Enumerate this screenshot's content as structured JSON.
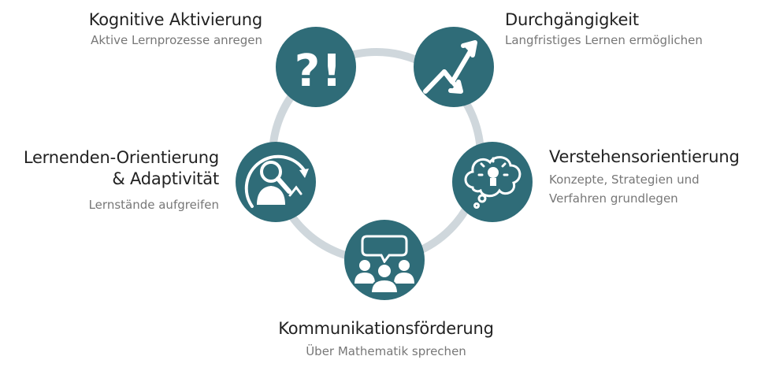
{
  "colors": {
    "ring": "#cfd7dc",
    "node": "#2f6c78",
    "node_dark": "#245864",
    "icon": "#ffffff",
    "title": "#222222",
    "subtitle": "#777777"
  },
  "nodes": [
    {
      "id": "kognitive-aktivierung",
      "icon": "question-exclamation-icon",
      "title": "Kognitive Aktivierung",
      "subtitle": "Aktive Lernprozesse anregen"
    },
    {
      "id": "durchgaengigkeit",
      "icon": "rising-arrow-icon",
      "title": "Durchgängigkeit",
      "subtitle": "Langfristiges Lernen ermöglichen"
    },
    {
      "id": "verstehensorientierung",
      "icon": "lightbulb-thought-icon",
      "title": "Verstehensorientierung",
      "subtitle_lines": [
        "Konzepte, Strategien und",
        "Verfahren grundlegen"
      ]
    },
    {
      "id": "kommunikationsfoerderung",
      "icon": "speech-group-icon",
      "title": "Kommunikationsförderung",
      "subtitle": "Über Mathematik sprechen"
    },
    {
      "id": "lernenden-orientierung",
      "icon": "magnifier-person-icon",
      "title_lines": [
        "Lernenden-Orientierung",
        "& Adaptivität"
      ],
      "subtitle": "Lernstände aufgreifen"
    }
  ]
}
